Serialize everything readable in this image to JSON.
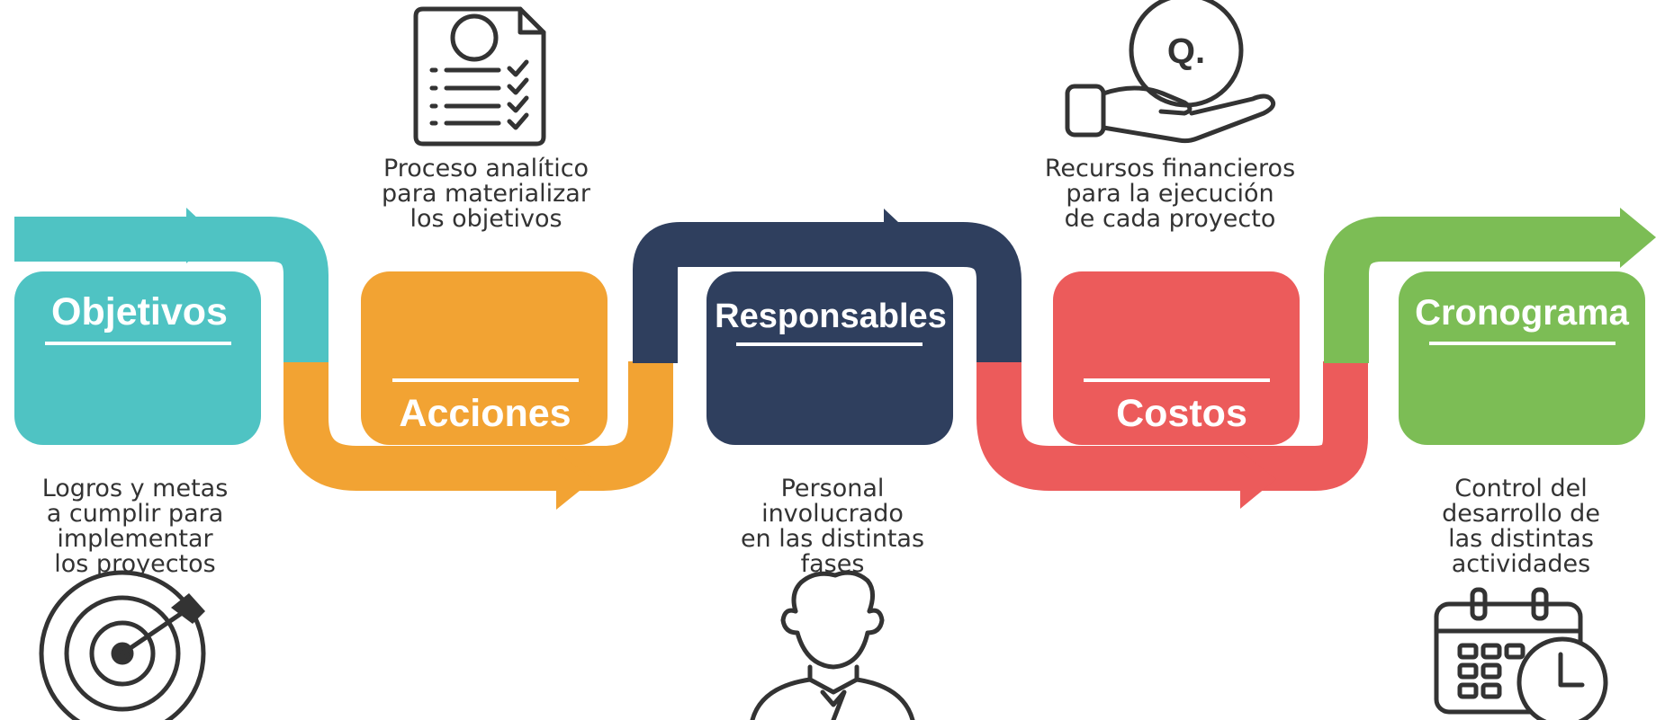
{
  "colors": {
    "teal": "#4fc3c3",
    "orange": "#f2a333",
    "navy": "#2f3f5e",
    "red": "#ec5b5b",
    "green": "#7cbd55",
    "text": "#333333",
    "icon": "#333333"
  },
  "stages": [
    {
      "title": "Objetivos",
      "color": "#4fc3c3",
      "description": [
        "Logros y metas",
        "a cumplir para",
        "implementar",
        "los proyectos"
      ],
      "icon": "target-icon"
    },
    {
      "title": "Acciones",
      "color": "#f2a333",
      "description": [
        "Proceso analítico",
        "para materializar",
        "los objetivos"
      ],
      "icon": "checklist-document-icon"
    },
    {
      "title": "Responsables",
      "color": "#2f3f5e",
      "description": [
        "Personal",
        "involucrado",
        "en las distintas",
        "fases"
      ],
      "icon": "person-icon"
    },
    {
      "title": "Costos",
      "color": "#ec5b5b",
      "description": [
        "Recursos financieros",
        "para la ejecución",
        "de cada proyecto"
      ],
      "icon": "hand-coin-icon"
    },
    {
      "title": "Cronograma",
      "color": "#7cbd55",
      "description": [
        "Control del",
        "desarrollo de",
        "las distintas",
        "actividades"
      ],
      "icon": "calendar-clock-icon"
    }
  ]
}
